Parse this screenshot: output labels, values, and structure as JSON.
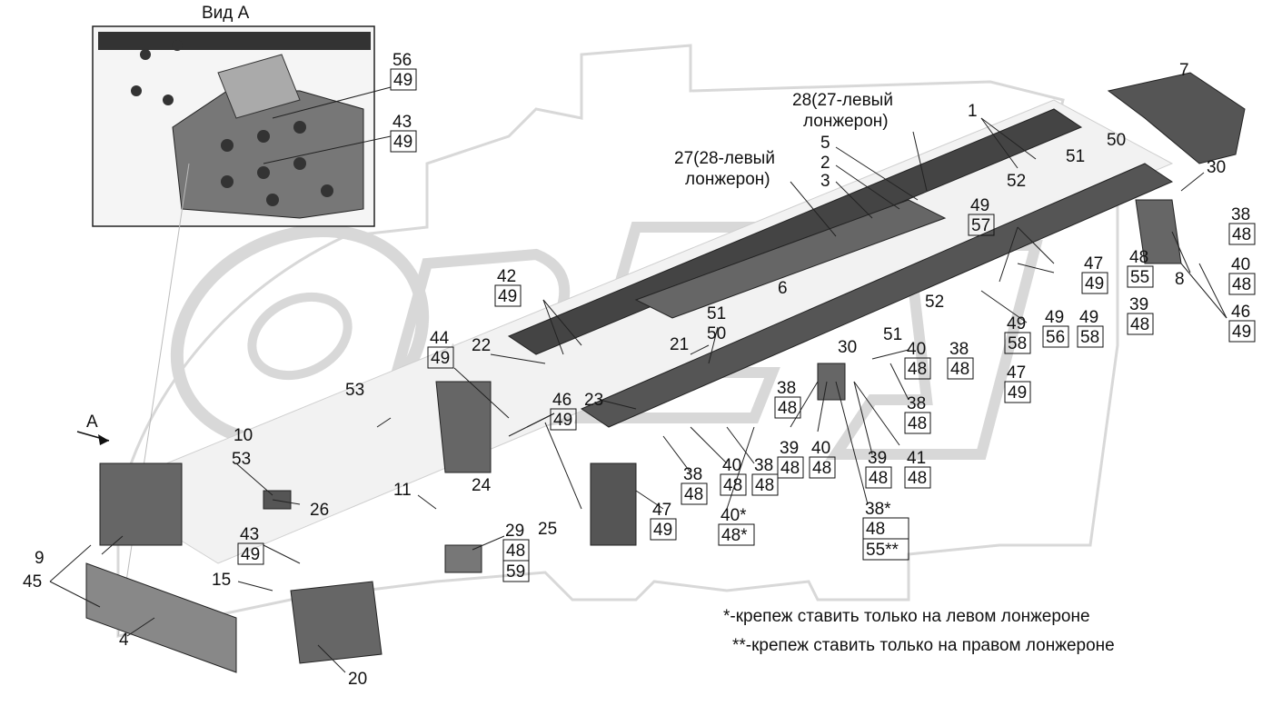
{
  "inset": {
    "title": "Вид А"
  },
  "view_marker": "А",
  "callouts": [
    {
      "id": "c56-49",
      "label": "56",
      "sub": [
        "49"
      ]
    },
    {
      "id": "c43-49a",
      "label": "43",
      "sub": [
        "49"
      ]
    },
    {
      "id": "c28",
      "label": "28(27-левый",
      "line2": "лонжерон)"
    },
    {
      "id": "c1",
      "label": "1"
    },
    {
      "id": "c7",
      "label": "7"
    },
    {
      "id": "c27",
      "label": "27(28-левый",
      "line2": "лонжерон)"
    },
    {
      "id": "c5",
      "label": "5"
    },
    {
      "id": "c2",
      "label": "2"
    },
    {
      "id": "c3",
      "label": "3"
    },
    {
      "id": "c50a",
      "label": "50"
    },
    {
      "id": "c51a",
      "label": "51"
    },
    {
      "id": "c52a",
      "label": "52"
    },
    {
      "id": "c30a",
      "label": "30"
    },
    {
      "id": "c49-57",
      "label": "49",
      "sub": [
        "57"
      ]
    },
    {
      "id": "c38-48a",
      "label": "38",
      "sub": [
        "48"
      ]
    },
    {
      "id": "c47-49a",
      "label": "47",
      "sub": [
        "49"
      ]
    },
    {
      "id": "c48-55",
      "label": "48",
      "sub": [
        "55"
      ]
    },
    {
      "id": "c8",
      "label": "8"
    },
    {
      "id": "c40-48a",
      "label": "40",
      "sub": [
        "48"
      ]
    },
    {
      "id": "c46-49a",
      "label": "46",
      "sub": [
        "49"
      ]
    },
    {
      "id": "c52b",
      "label": "52"
    },
    {
      "id": "c39-48a",
      "label": "39",
      "sub": [
        "48"
      ]
    },
    {
      "id": "c6",
      "label": "6"
    },
    {
      "id": "c49-58a",
      "label": "49",
      "sub": [
        "58"
      ]
    },
    {
      "id": "c49-56",
      "label": "49",
      "sub": [
        "56"
      ]
    },
    {
      "id": "c49-58b",
      "label": "49",
      "sub": [
        "58"
      ]
    },
    {
      "id": "c42-49",
      "label": "42",
      "sub": [
        "49"
      ]
    },
    {
      "id": "c51b",
      "label": "51"
    },
    {
      "id": "c50b",
      "label": "50"
    },
    {
      "id": "c51c",
      "label": "51"
    },
    {
      "id": "c40-48b",
      "label": "40",
      "sub": [
        "48"
      ]
    },
    {
      "id": "c38-48b",
      "label": "38",
      "sub": [
        "48"
      ]
    },
    {
      "id": "c44-49",
      "label": "44",
      "sub": [
        "49"
      ]
    },
    {
      "id": "c22",
      "label": "22"
    },
    {
      "id": "c21",
      "label": "21"
    },
    {
      "id": "c30b",
      "label": "30"
    },
    {
      "id": "c47-49b",
      "label": "47",
      "sub": [
        "49"
      ]
    },
    {
      "id": "c53a",
      "label": "53"
    },
    {
      "id": "c38-48c",
      "label": "38",
      "sub": [
        "48"
      ]
    },
    {
      "id": "c38-48d",
      "label": "38",
      "sub": [
        "48"
      ]
    },
    {
      "id": "c23",
      "label": "23"
    },
    {
      "id": "c46-49b",
      "label": "46",
      "sub": [
        "49"
      ]
    },
    {
      "id": "c10",
      "label": "10"
    },
    {
      "id": "c39-48b",
      "label": "39",
      "sub": [
        "48"
      ]
    },
    {
      "id": "c40-48c",
      "label": "40",
      "sub": [
        "48"
      ]
    },
    {
      "id": "c39-48c",
      "label": "39",
      "sub": [
        "48"
      ]
    },
    {
      "id": "c41-48",
      "label": "41",
      "sub": [
        "48"
      ]
    },
    {
      "id": "c24",
      "label": "24"
    },
    {
      "id": "c38-48e",
      "label": "38",
      "sub": [
        "48"
      ]
    },
    {
      "id": "c40-48d",
      "label": "40",
      "sub": [
        "48"
      ]
    },
    {
      "id": "c38-48f",
      "label": "38",
      "sub": [
        "48"
      ]
    },
    {
      "id": "c53b",
      "label": "53"
    },
    {
      "id": "c11",
      "label": "11"
    },
    {
      "id": "c26",
      "label": "26"
    },
    {
      "id": "c38s",
      "label": "38*",
      "sub": [
        "48",
        "55**"
      ]
    },
    {
      "id": "c40s",
      "label": "40*",
      "sub": [
        "48*"
      ]
    },
    {
      "id": "c47-49c",
      "label": "47",
      "sub": [
        "49"
      ]
    },
    {
      "id": "c25",
      "label": "25"
    },
    {
      "id": "c9",
      "label": "9"
    },
    {
      "id": "c29",
      "label": "29",
      "sub": [
        "48",
        "59"
      ]
    },
    {
      "id": "c43-49b",
      "label": "43",
      "sub": [
        "49"
      ]
    },
    {
      "id": "c45",
      "label": "45"
    },
    {
      "id": "c15",
      "label": "15"
    },
    {
      "id": "c4",
      "label": "4"
    },
    {
      "id": "c20",
      "label": "20"
    }
  ],
  "notes": {
    "left_only": "*-крепеж ставить только на левом лонжероне",
    "right_only": "**-крепеж ставить только на правом лонжероне"
  }
}
